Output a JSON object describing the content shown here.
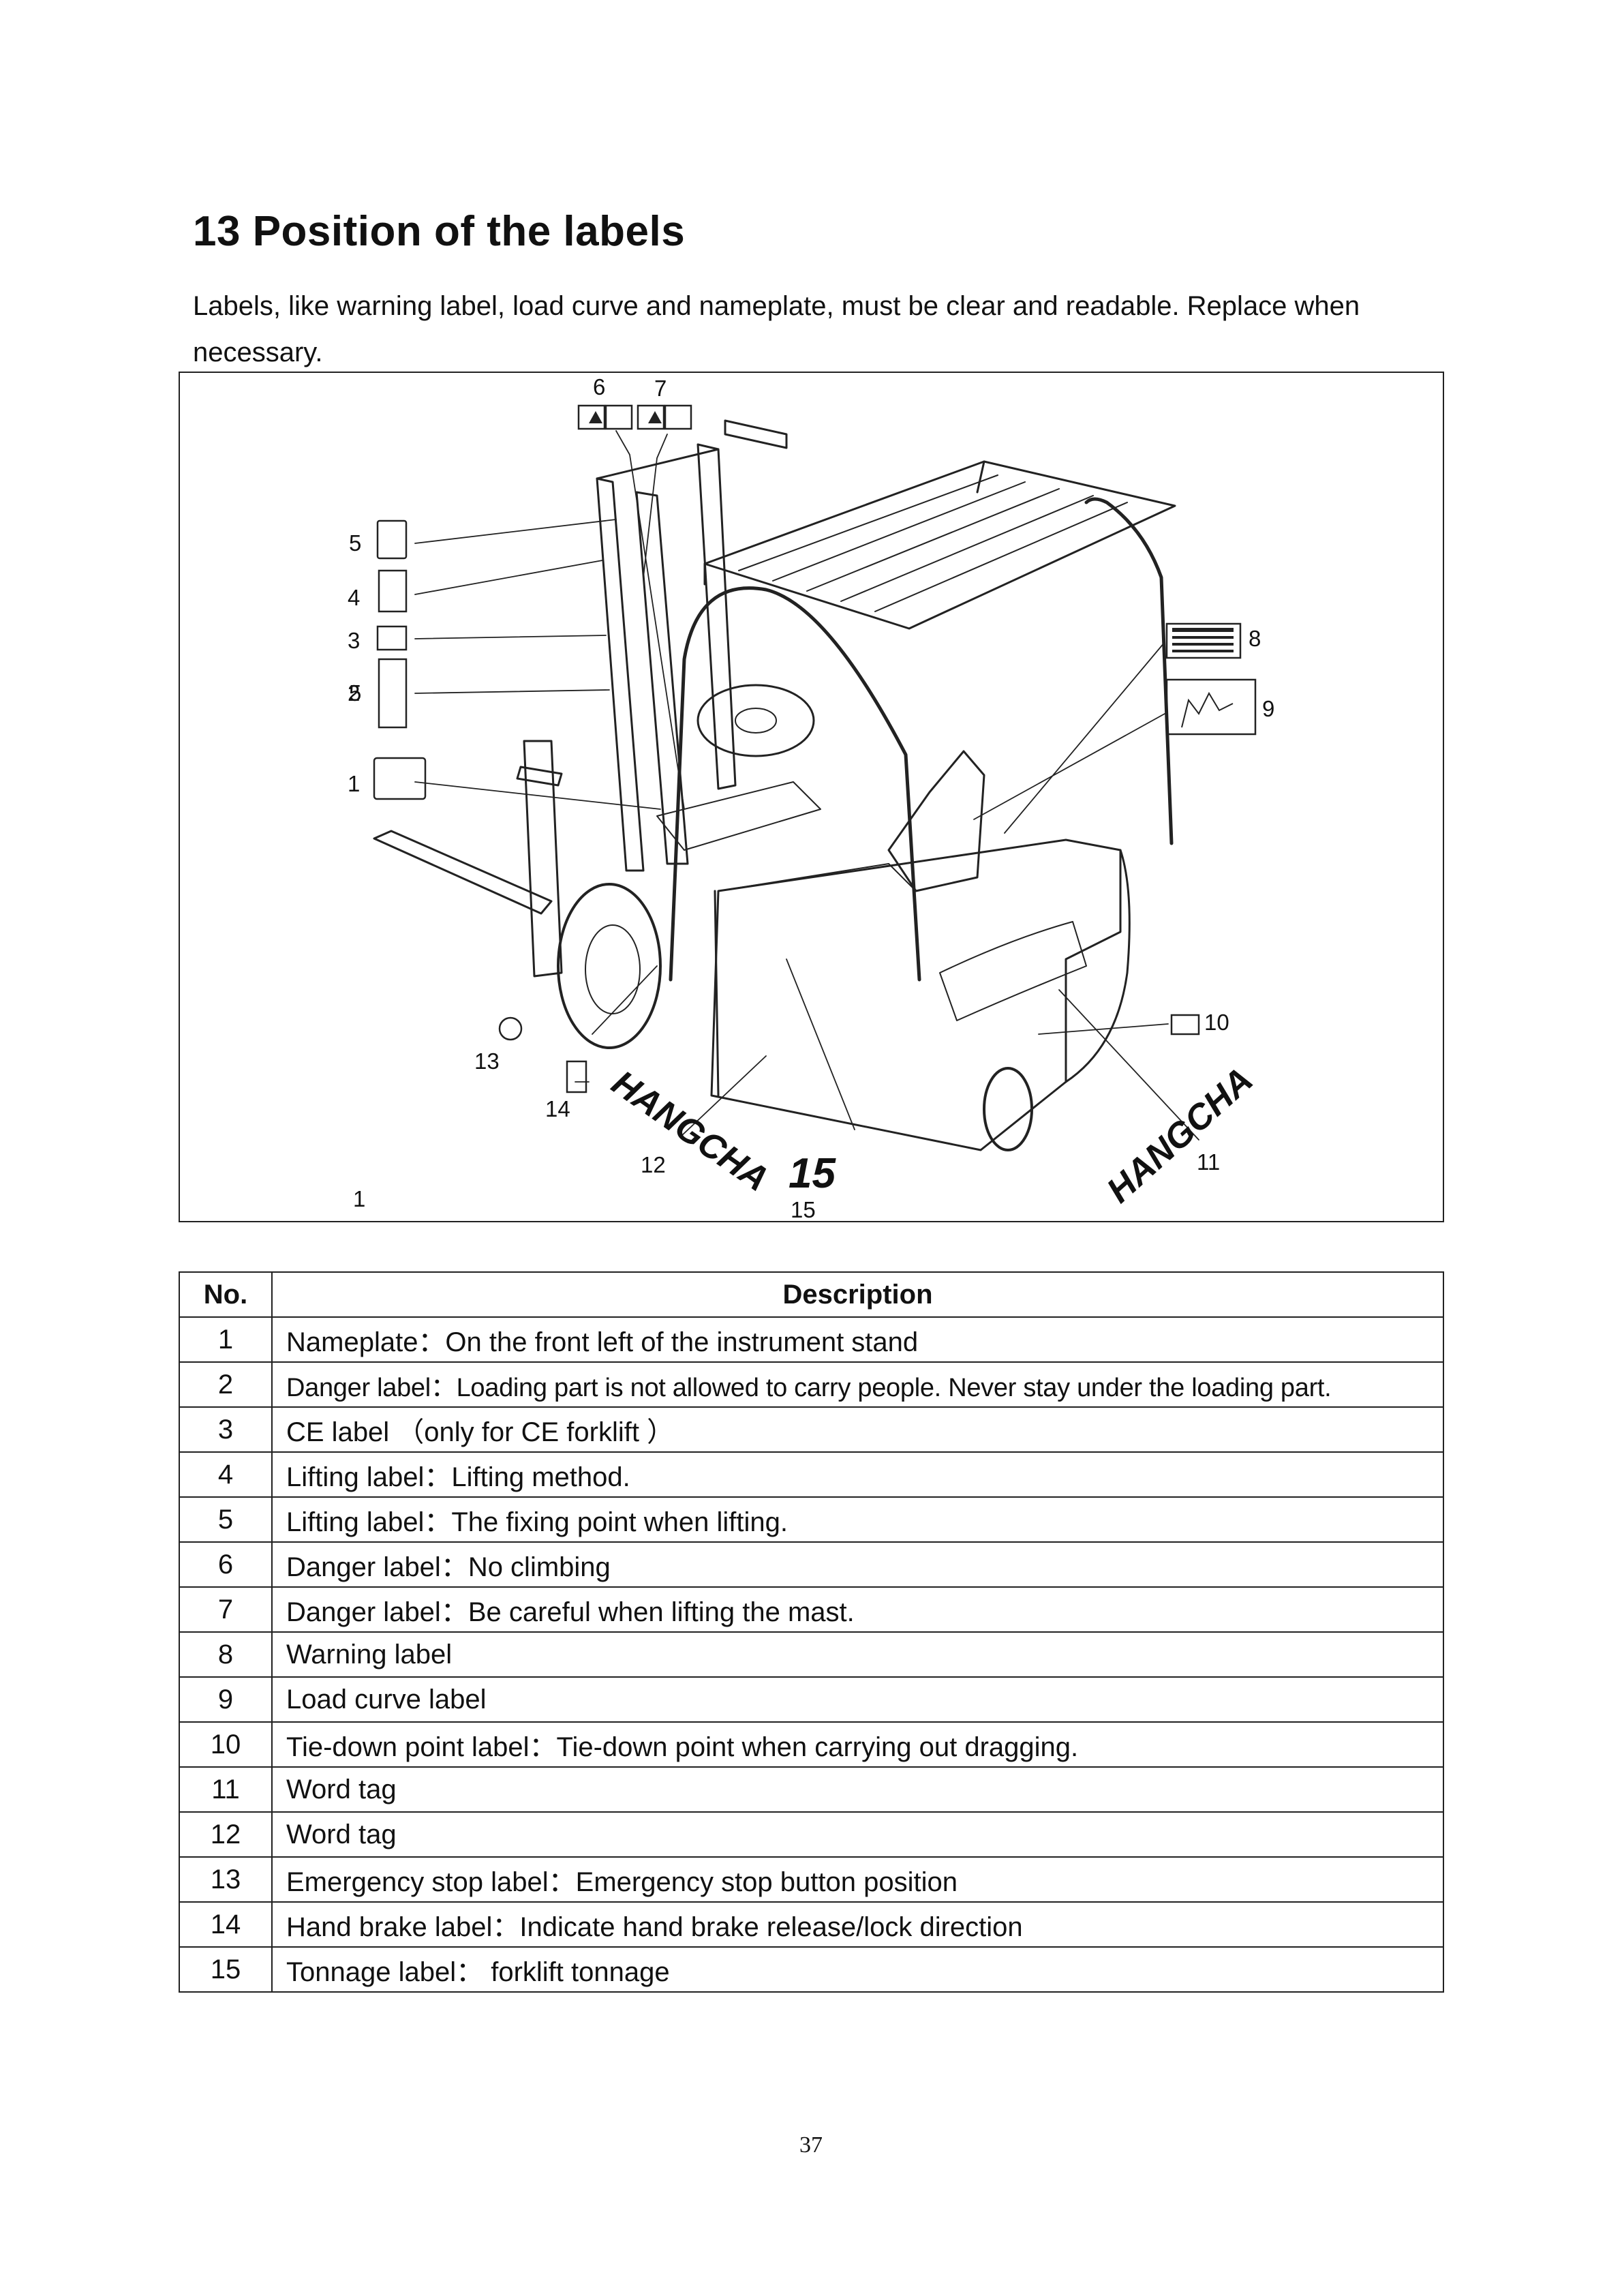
{
  "heading": "13 Position of the labels",
  "intro": "Labels, like warning label, load curve and nameplate, must be clear and readable. Replace when necessary.",
  "figure": {
    "callouts": [
      "1",
      "2",
      "3",
      "4",
      "5",
      "6",
      "7",
      "8",
      "9",
      "10",
      "11",
      "12",
      "13",
      "14",
      "15"
    ],
    "logo_text": "HANGCHA",
    "tonnage_mark": "15"
  },
  "table": {
    "headers": {
      "no": "No.",
      "description": "Description"
    },
    "rows": [
      {
        "no": "1",
        "description": "Nameplate：On the front left of the instrument stand"
      },
      {
        "no": "2",
        "description": "Danger label：Loading part is not allowed to carry people. Never stay under the loading part."
      },
      {
        "no": "3",
        "description": "CE label （only for CE forklift ）"
      },
      {
        "no": "4",
        "description": "Lifting label：Lifting method."
      },
      {
        "no": "5",
        "description": "Lifting label：The fixing point when lifting."
      },
      {
        "no": "6",
        "description": "Danger label：No climbing"
      },
      {
        "no": "7",
        "description": "Danger label：Be careful when lifting the mast."
      },
      {
        "no": "8",
        "description": "Warning label"
      },
      {
        "no": "9",
        "description": "Load curve label"
      },
      {
        "no": "10",
        "description": "Tie-down point label：Tie-down point when carrying out dragging."
      },
      {
        "no": "11",
        "description": "Word tag"
      },
      {
        "no": "12",
        "description": "Word tag"
      },
      {
        "no": "13",
        "description": "Emergency stop label：Emergency stop button position"
      },
      {
        "no": "14",
        "description": "Hand brake label：Indicate hand brake release/lock direction"
      },
      {
        "no": "15",
        "description": "Tonnage label： forklift tonnage"
      }
    ]
  },
  "page_number": "37"
}
